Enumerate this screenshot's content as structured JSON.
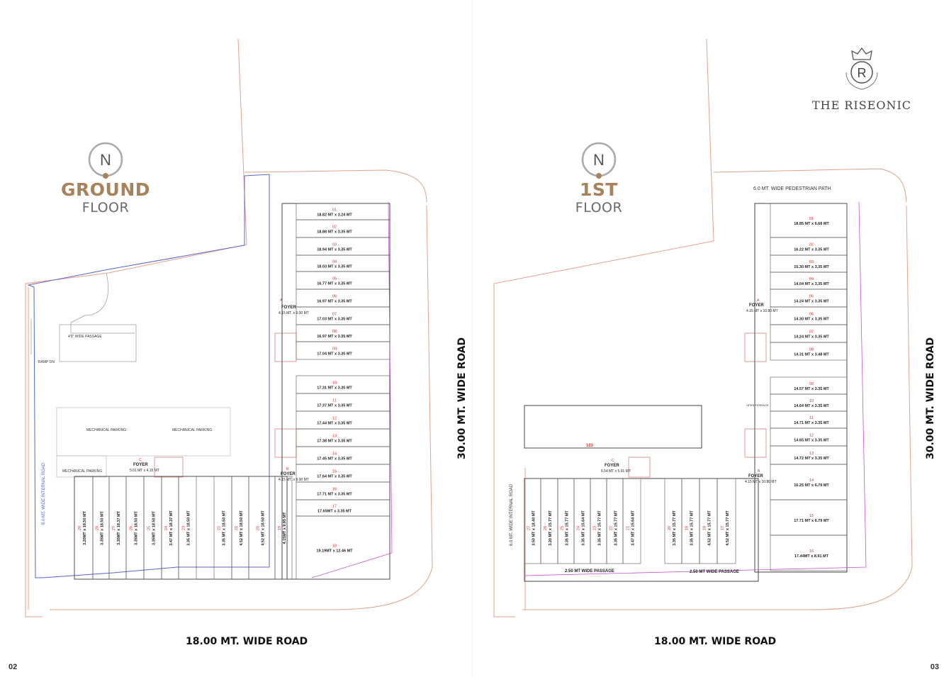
{
  "pages": [
    {
      "page_number": "02",
      "compass": "N",
      "floor_title": "GROUND",
      "floor_subtitle": "FLOOR",
      "road_bottom": "18.00 MT. WIDE ROAD",
      "road_side": "30.00 MT. WIDE ROAD",
      "internal_road": "6.0 MT. WIDE INTERNAL ROAD",
      "passage": "4'9\" WIDE PASSAGE",
      "ramp": "RAMP DN",
      "mech_parking": [
        "MECHANICAL PARKING",
        "MECHANICAL PARKING",
        "MECHANICAL PARKING"
      ],
      "foyers": [
        {
          "id": "A",
          "label": "FOYER",
          "size": "4.15 MT. x 9.00 MT"
        },
        {
          "id": "B",
          "label": "FOYER",
          "size": "4.15 MT. x 9.00 MT"
        },
        {
          "id": "C",
          "label": "FOYER",
          "size": "5.01 MT x 4.15 MT"
        }
      ],
      "shops_east": [
        {
          "no": "01",
          "size": "18.82 MT x 3.24 MT"
        },
        {
          "no": "02",
          "size": "18.88 MT x 3.35 MT"
        },
        {
          "no": "03",
          "size": "18.94 MT x 3.35 MT"
        },
        {
          "no": "04",
          "size": "18.03 MT x 3.35 MT"
        },
        {
          "no": "05",
          "size": "16.77 MT x 3.35 MT"
        },
        {
          "no": "06",
          "size": "16.97 MT x 3.35 MT"
        },
        {
          "no": "07",
          "size": "17.03 MT x 3.35 MT"
        },
        {
          "no": "08",
          "size": "16.97 MT x 3.35 MT"
        },
        {
          "no": "09",
          "size": "17.04 MT x 3.35 MT"
        },
        {
          "no": "10",
          "size": "17.31 MT x 3.35 MT"
        },
        {
          "no": "11",
          "size": "17.37 MT x 3.35 MT"
        },
        {
          "no": "12",
          "size": "17.44 MT x 3.35 MT"
        },
        {
          "no": "13",
          "size": "17.38 MT x 3.35 MT"
        },
        {
          "no": "14",
          "size": "17.45 MT x 3.35 MT"
        },
        {
          "no": "15",
          "size": "17.64 MT x 3.35 MT"
        },
        {
          "no": "16",
          "size": "17.71 MT x 3.35 MT"
        },
        {
          "no": "17",
          "size": "17.65MT x 3.35 MT"
        },
        {
          "no": "18",
          "size": "19.19MT x 12.46 MT"
        }
      ],
      "shops_south": [
        {
          "no": "29",
          "size": "3.20MT x 18.50 MT"
        },
        {
          "no": "28",
          "size": "3.35MT x 18.50 MT"
        },
        {
          "no": "27",
          "size": "3.35MT x 18.37 MT"
        },
        {
          "no": "26",
          "size": "3.35MT x 18.50 MT"
        },
        {
          "no": "25",
          "size": "3.35MT x 18.50 MT"
        },
        {
          "no": "24",
          "size": "3.47 MT x 18.37 MT"
        },
        {
          "no": "23",
          "size": "3.35 MT x 18.50 MT"
        },
        {
          "no": "22",
          "size": "3.35 MT x 18.50 MT"
        },
        {
          "no": "21",
          "size": "4.52 MT x 18.50 MT"
        },
        {
          "no": "20",
          "size": "4.52 MT x 18.50 MT"
        },
        {
          "no": "19",
          "size": "4.15MT x 9.95 MT"
        }
      ]
    },
    {
      "page_number": "03",
      "compass": "N",
      "floor_title": "1ST",
      "floor_subtitle": "FLOOR",
      "road_bottom": "18.00 MT. WIDE ROAD",
      "road_side": "30.00 MT. WIDE ROAD",
      "internal_road": "6.0 MT. WIDE INTERNAL ROAD",
      "pedestrian_path": "6.0 MT. WIDE PEDESTRIAN PATH",
      "open_terrace": "OPEN TERRACE",
      "wide_passages": [
        "2.50 MT WIDE PASSAGE",
        "2.50 MT WIDE PASSAGE"
      ],
      "flat": "103",
      "foyers": [
        {
          "id": "A",
          "label": "FOYER",
          "size": "4.15 MT x 10.80 MT"
        },
        {
          "id": "B",
          "label": "FOYER",
          "size": "4.15 MT x 10.80 MT"
        },
        {
          "id": "C",
          "label": "FOYER",
          "size": "6.54 MT x 5.91 MT"
        }
      ],
      "shops_east": [
        {
          "no": "01",
          "size": "18.85 MT x 6.68 MT"
        },
        {
          "no": "02",
          "size": "16.22 MT x 3.35 MT"
        },
        {
          "no": "03",
          "size": "15.30 MT x 3.35 MT"
        },
        {
          "no": "04",
          "size": "14.04 MT x 3.35 MT"
        },
        {
          "no": "05",
          "size": "14.24 MT x 3.35 MT"
        },
        {
          "no": "06",
          "size": "14.30 MT x 3.35 MT"
        },
        {
          "no": "07",
          "size": "14.24 MT x 3.35 MT"
        },
        {
          "no": "08",
          "size": "14.31 MT x 3.48 MT"
        },
        {
          "no": "09",
          "size": "14.57 MT x 3.35 MT"
        },
        {
          "no": "10",
          "size": "14.64 MT x 3.35 MT"
        },
        {
          "no": "11",
          "size": "14.71 MT x 3.35 MT"
        },
        {
          "no": "12",
          "size": "14.65 MT x 3.35 MT"
        },
        {
          "no": "13",
          "size": "14.72 MT x 3.35 MT"
        },
        {
          "no": "14",
          "size": "16.25 MT x 6.79 MT"
        },
        {
          "no": "15",
          "size": "17.71 MT x 6.79 MT"
        },
        {
          "no": "16",
          "size": "17.44MT x 8.91 MT"
        }
      ],
      "shops_south": [
        {
          "no": "27",
          "size": "3.50 MT x 18.40 MT"
        },
        {
          "no": "26",
          "size": "3.20 MT x 15.77 MT"
        },
        {
          "no": "25",
          "size": "3.35 MT x 15.77 MT"
        },
        {
          "no": "24",
          "size": "3.35 MT x 15.64 MT"
        },
        {
          "no": "23",
          "size": "3.35 MT x 15.77 MT"
        },
        {
          "no": "22",
          "size": "3.35 MT x 15.77 MT"
        },
        {
          "no": "21",
          "size": "3.47 MT x 15.64 MT"
        },
        {
          "no": "20",
          "size": "3.35 MT x 15.77 MT"
        },
        {
          "no": "19",
          "size": "3.35 MT x 15.77 MT"
        },
        {
          "no": "18",
          "size": "4.52 MT x 15.77 MT"
        },
        {
          "no": "17",
          "size": "4.52 MT x 15.77 MT"
        }
      ]
    }
  ],
  "brand": {
    "name": "THE RISEONIC",
    "monogram": "R"
  },
  "colors": {
    "accent": "#a8825a",
    "unit_number": "#d32f2f",
    "boundary": "#e4a08a",
    "site_blue": "#5b63d6",
    "corridor": "#c94fd6"
  }
}
